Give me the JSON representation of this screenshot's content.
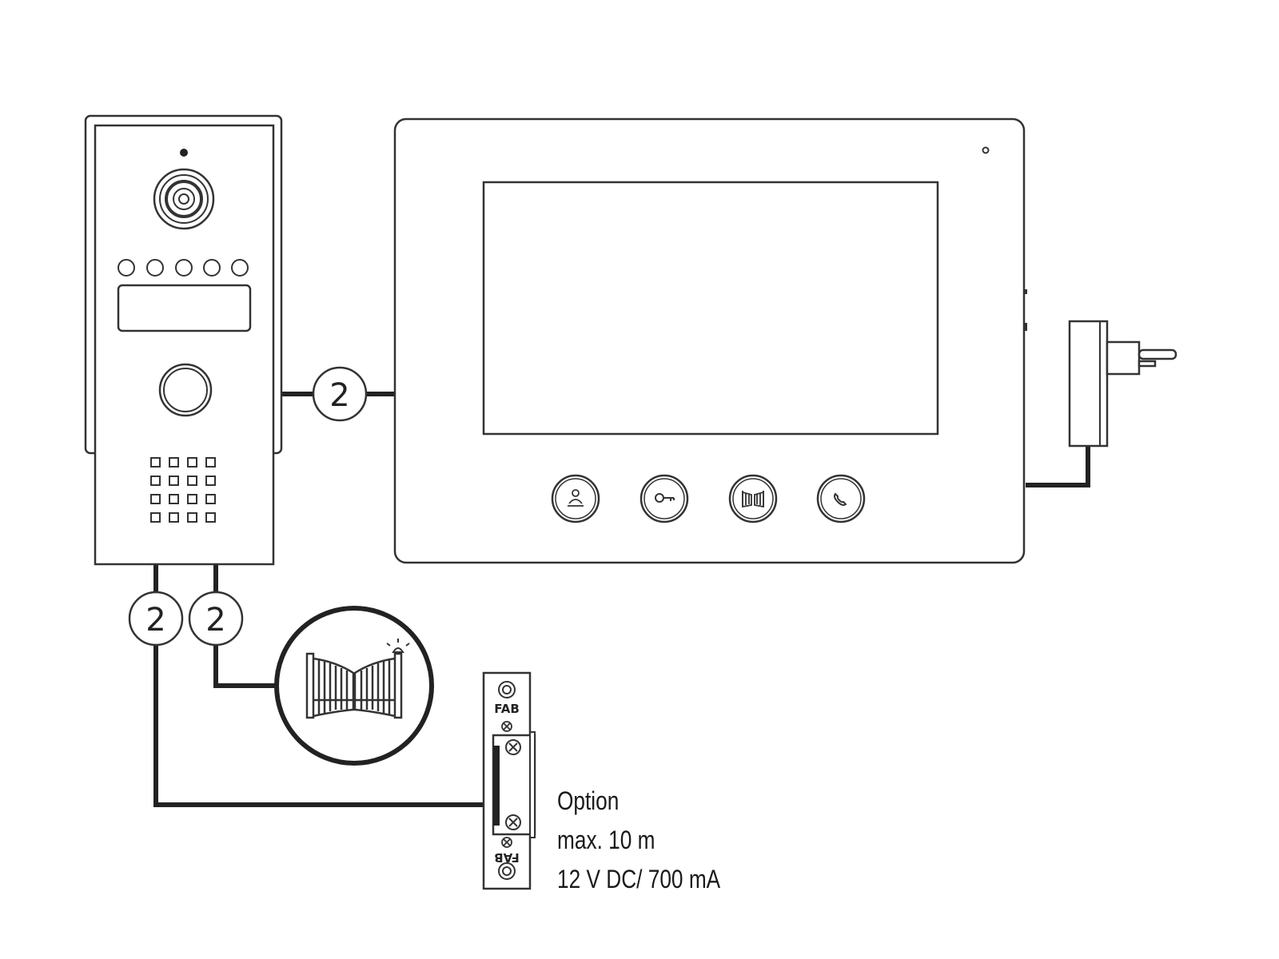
{
  "cable_badges": {
    "door_to_monitor": "2",
    "door_to_lock": "2",
    "door_to_gate": "2"
  },
  "strike_label": {
    "top": "FAB",
    "bottom": "FAB"
  },
  "option_note": {
    "line1": "Option",
    "line2": "max. 10 m",
    "line3": "12 V DC/ 700 mA"
  },
  "monitor_buttons": [
    {
      "icon": "person-icon"
    },
    {
      "icon": "key-icon"
    },
    {
      "icon": "gate-icon"
    },
    {
      "icon": "handset-icon"
    }
  ],
  "colors": {
    "line": "#222222",
    "outline": "#333333",
    "background": "#ffffff"
  }
}
